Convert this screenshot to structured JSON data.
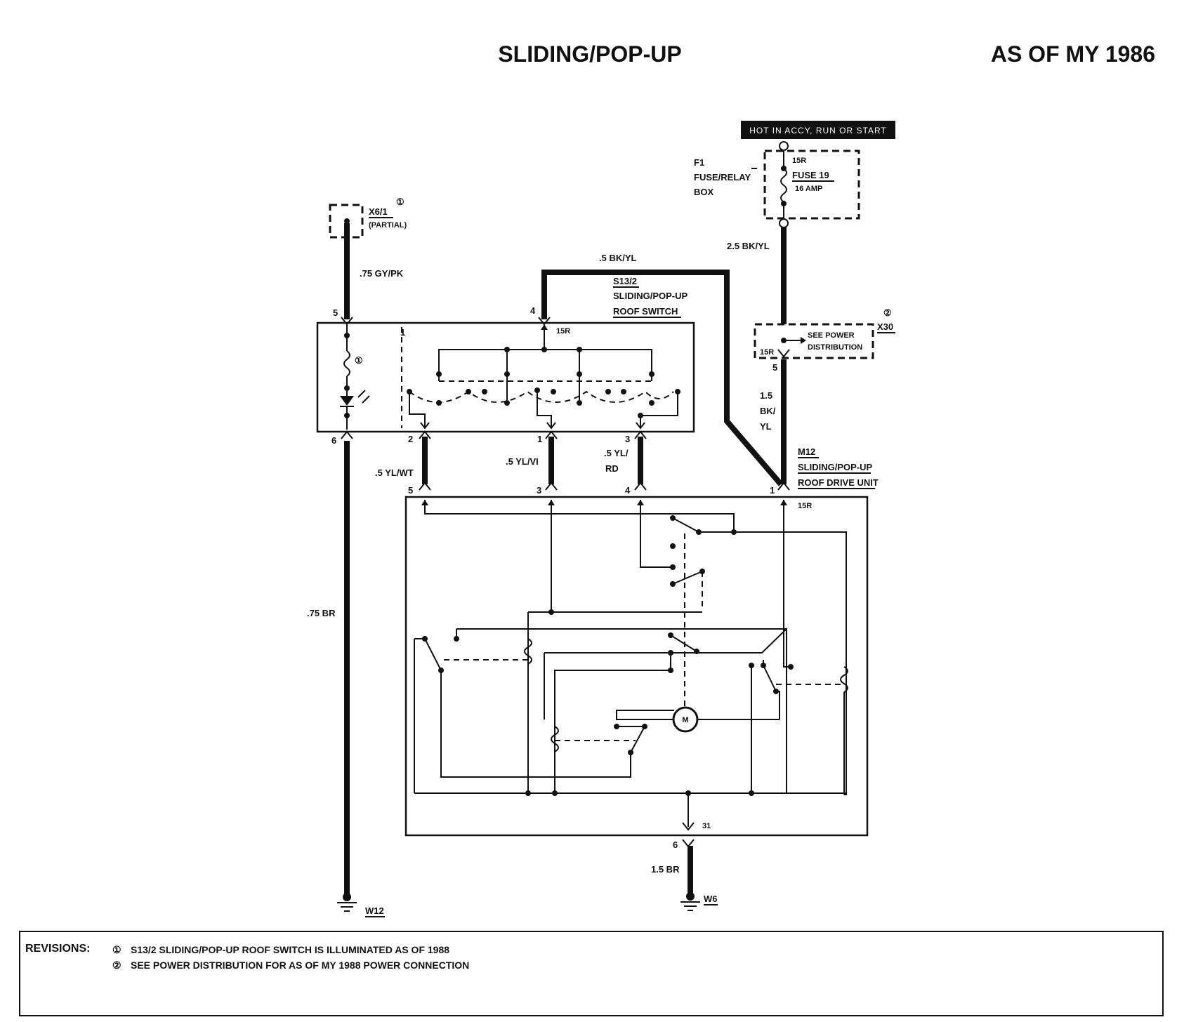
{
  "header": {
    "title": "SLIDING/POP-UP",
    "model_year": "AS OF MY 1986"
  },
  "power": {
    "hot_label": "HOT IN ACCY, RUN OR START",
    "fuse_box_id": "F1",
    "fuse_box_name_1": "FUSE/RELAY",
    "fuse_box_name_2": "BOX",
    "fuse_terminal": "15R",
    "fuse_name": "FUSE 19",
    "fuse_rating": "16 AMP",
    "wire_main": "2.5 BK/YL",
    "x30_id": "X30",
    "x30_note_1": "SEE POWER",
    "x30_note_2": "DISTRIBUTION",
    "x30_terminal": "15R",
    "x30_pin": "5",
    "wire_x30_1": "1.5",
    "wire_x30_2": "BK/",
    "wire_x30_3": "YL",
    "x30_rev": "②"
  },
  "connector_x6": {
    "id": "X6/1",
    "note": "(PARTIAL)",
    "rev": "①",
    "wire": ".75 GY/PK"
  },
  "switch": {
    "id": "S13/2",
    "name_1": "SLIDING/POP-UP",
    "name_2": "ROOF SWITCH",
    "wire_top": ".5 BK/YL",
    "terminal_15r": "15R",
    "inner_label": "1",
    "lamp_rev": "①",
    "pins": {
      "p5": "5",
      "p4": "4",
      "p6": "6",
      "p2": "2",
      "p1": "1",
      "p3": "3"
    }
  },
  "harness": {
    "wire_a": ".5 YL/WT",
    "wire_b": ".5 YL/VI",
    "wire_c_1": ".5 YL/",
    "wire_c_2": "RD",
    "ground_wire_left": ".75 BR"
  },
  "motor_unit": {
    "id": "M12",
    "name_1": "SLIDING/POP-UP",
    "name_2": "ROOF DRIVE UNIT",
    "motor_symbol": "M",
    "terminal_15r": "15R",
    "terminal_31": "31",
    "pins": {
      "p5": "5",
      "p3": "3",
      "p4": "4",
      "p1": "1",
      "p6": "6"
    },
    "ground_wire": "1.5 BR"
  },
  "grounds": {
    "left": "W12",
    "right": "W6"
  },
  "revisions": {
    "heading": "REVISIONS:",
    "items": [
      {
        "mark": "①",
        "text": "S13/2 SLIDING/POP-UP ROOF SWITCH IS ILLUMINATED AS OF 1988"
      },
      {
        "mark": "②",
        "text": "SEE POWER DISTRIBUTION FOR AS OF MY 1988 POWER CONNECTION"
      }
    ]
  }
}
